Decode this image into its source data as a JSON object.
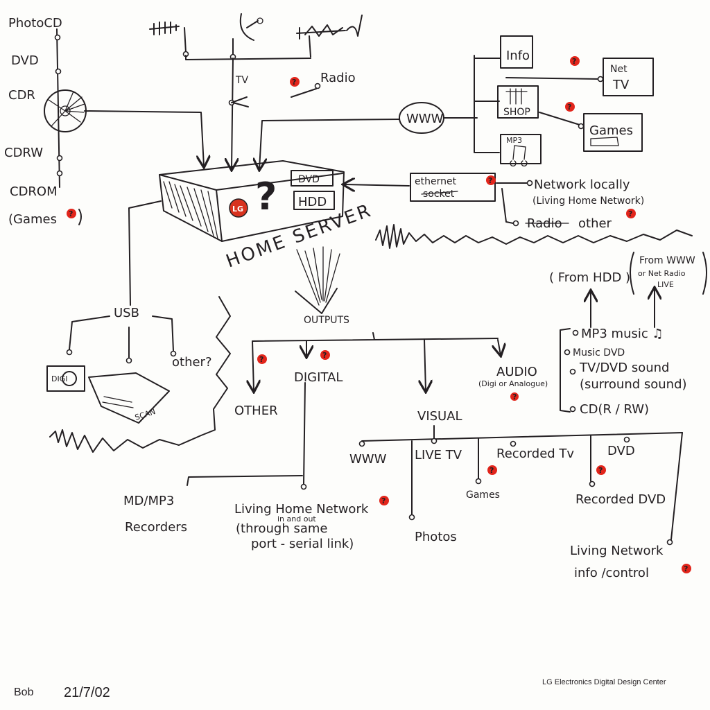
{
  "sources_left": [
    "PhotoCD",
    "DVD",
    "CDR",
    "CDRW",
    "CDROM",
    "(Games"
  ],
  "top_inputs": {
    "tv": "TV",
    "radio": "Radio"
  },
  "internet": {
    "www": "WWW",
    "info": "Info",
    "net_tv": [
      "Net",
      "TV"
    ],
    "shop": "SHOP",
    "games": "Games",
    "mp3": "MP3"
  },
  "ethernet": {
    "label": [
      "ethernet",
      "socket"
    ],
    "network_locally": "Network locally",
    "living_home_network": "(Living Home Network)",
    "radio_struck": "Radio",
    "other": "other"
  },
  "server": {
    "dvd": "DVD",
    "hdd": "HDD",
    "label": "HOME SERVER"
  },
  "usb": {
    "label": "USB",
    "other": "other?",
    "digi": "DIGI",
    "scan": "SCAN"
  },
  "outputs": {
    "label": "OUTPUTS",
    "other": "OTHER",
    "digital": "DIGITAL",
    "visual": "VISUAL",
    "audio": "AUDIO",
    "audio_note": "(Digi or Analogue)"
  },
  "audio_items": [
    "MP3 music ♫",
    "Music DVD",
    "TV/DVD sound",
    "(surround sound)",
    "CD(R / RW)"
  ],
  "audio_sources": {
    "from_hdd": "( From HDD )",
    "from_www": [
      "From WWW",
      "or Net Radio",
      "LIVE"
    ]
  },
  "digital_items": {
    "md": [
      "MD/MP3",
      "Recorders"
    ],
    "lhn": [
      "Living Home Network",
      "in and out",
      "(through same",
      "port - serial link)"
    ]
  },
  "visual_items": {
    "www": "WWW",
    "live_tv": "LIVE TV",
    "recorded_tv": "Recorded Tv",
    "dvd": "DVD",
    "games": "Games",
    "recorded_dvd": "Recorded DVD",
    "photos": "Photos",
    "living_network": [
      "Living Network",
      "info /control"
    ]
  },
  "footer": {
    "author": "Bob",
    "date": "21/7/02",
    "company": "LG Electronics Digital Design Center"
  }
}
